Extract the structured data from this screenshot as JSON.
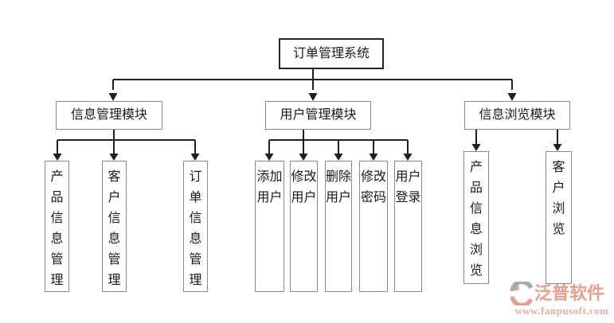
{
  "diagram": {
    "root": {
      "label": "订单管理系统"
    },
    "modules": [
      {
        "label": "信息管理模块",
        "children": [
          {
            "label": "产品信息管理"
          },
          {
            "label": "客户信息管理"
          },
          {
            "label": "订单信息管理"
          }
        ]
      },
      {
        "label": "用户管理模块",
        "children": [
          {
            "label": "添加用户"
          },
          {
            "label": "修改用户"
          },
          {
            "label": "删除用户"
          },
          {
            "label": "修改密码"
          },
          {
            "label": "用户登录"
          }
        ]
      },
      {
        "label": "信息浏览模块",
        "children": [
          {
            "label": "产品信息浏览"
          },
          {
            "label": "客户浏览"
          }
        ]
      }
    ]
  },
  "watermark": {
    "brand": "泛普软件",
    "url": "www.fanpusoft.com"
  },
  "colors": {
    "line": "#1f1f1f",
    "border_gray": "#8a8a8a",
    "border_root": "#262626",
    "brand_salmon": "#e8947f",
    "brand_salmon_light": "#eca291",
    "brand_gray": "#9aa0a8"
  }
}
